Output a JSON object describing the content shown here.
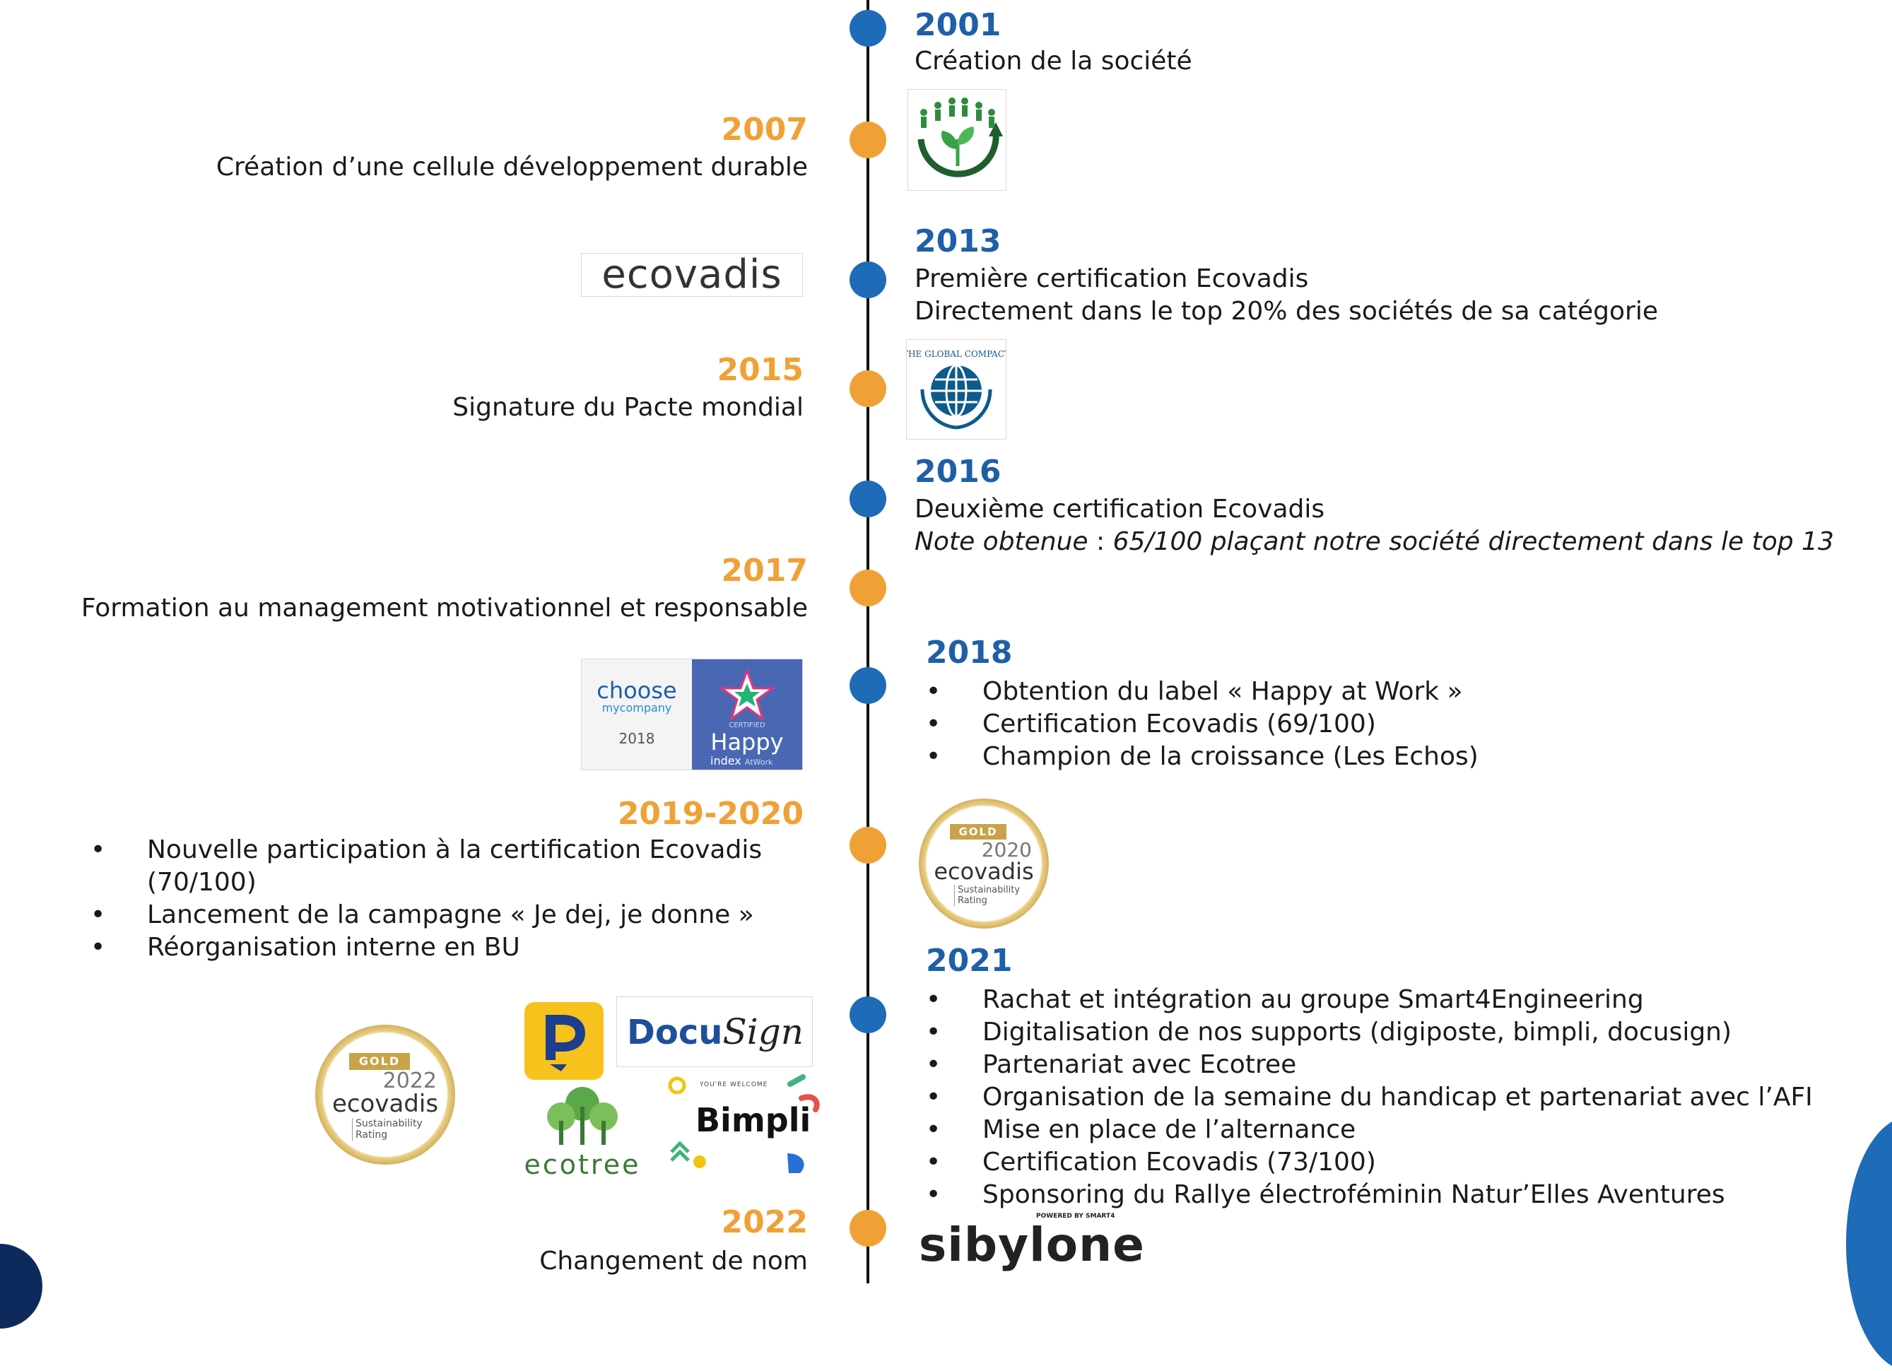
{
  "colors": {
    "blue": "#1e6bb8",
    "orange": "#f0a136",
    "axis": "#111111"
  },
  "events": {
    "e2001": {
      "year": "2001",
      "text": "Création de la société"
    },
    "e2007": {
      "year": "2007",
      "text": "Création d’une cellule développement durable"
    },
    "e2013": {
      "year": "2013",
      "lines": [
        "Première certification Ecovadis",
        "Directement dans le top 20% des sociétés de sa catégorie"
      ]
    },
    "e2015": {
      "year": "2015",
      "text": "Signature du Pacte mondial"
    },
    "e2016": {
      "year": "2016",
      "line1": "Deuxième certification Ecovadis",
      "line2_label": "Note obtenue",
      "line2_sep": " : ",
      "line2_rest": "65/100 plaçant notre société directement dans le top 13"
    },
    "e2017": {
      "year": "2017",
      "text": "Formation au management motivationnel et responsable"
    },
    "e2018": {
      "year": "2018",
      "bullets": [
        "Obtention du label « Happy at Work »",
        "Certification Ecovadis (69/100)",
        "Champion de la croissance (Les Echos)"
      ]
    },
    "e2019": {
      "year": "2019-2020",
      "bullets": [
        "Nouvelle participation à la certification Ecovadis",
        "(70/100)",
        "Lancement de la campagne « Je dej, je donne »",
        "Réorganisation interne en BU"
      ]
    },
    "e2021": {
      "year": "2021",
      "bullets": [
        "Rachat et intégration au groupe Smart4Engineering",
        "Digitalisation de nos supports (digiposte, bimpli, docusign)",
        "Partenariat avec Ecotree",
        "Organisation de la semaine du handicap et partenariat avec l’AFI",
        "Mise en place de l’alternance",
        "Certification Ecovadis (73/100)",
        "Sponsoring du Rallye électroféminin Natur’Elles Aventures"
      ]
    },
    "e2022": {
      "year": "2022",
      "text": "Changement de nom"
    }
  },
  "logos": {
    "ecovadis": "ecovadis",
    "choose_mycompany": {
      "l1": "choose",
      "l2": "mycompany",
      "year": "2018",
      "happy": "Happy",
      "index": "index",
      "atwork": "AtWork",
      "certified": "CERTIFIED"
    },
    "gold2020": {
      "gold": "GOLD",
      "year": "2020",
      "brand": "ecovadis",
      "s1": "Sustainability",
      "s2": "Rating"
    },
    "gold2022": {
      "gold": "GOLD",
      "year": "2022",
      "brand": "ecovadis",
      "s1": "Sustainability",
      "s2": "Rating"
    },
    "docusign": {
      "a": "Docu",
      "b": "Sign"
    },
    "ecotree": "ecotree",
    "bimpli": {
      "name": "Bimpli",
      "welcome": "YOU'RE WELCOME"
    },
    "sibylone": {
      "name": "sibylone",
      "powered": "POWERED BY SMART4"
    },
    "global_compact": "THE GLOBAL COMPACT"
  },
  "icons": [
    "sustainability-people-icon",
    "global-compact-icon",
    "digiposte-icon",
    "happy-star-icon"
  ]
}
